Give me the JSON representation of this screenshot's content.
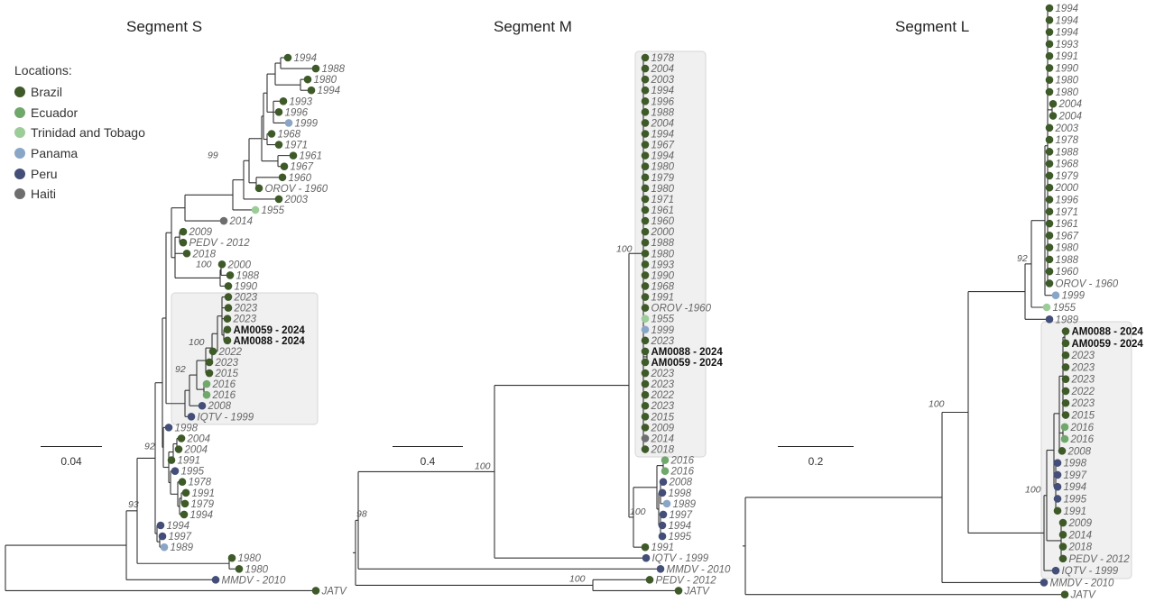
{
  "titles": {
    "s": "Segment S",
    "m": "Segment M",
    "l": "Segment L"
  },
  "legend": {
    "title": "Locations:",
    "items": [
      {
        "key": "B",
        "label": "Brazil",
        "color": "#3f5a29"
      },
      {
        "key": "E",
        "label": "Ecuador",
        "color": "#6fa86a"
      },
      {
        "key": "T",
        "label": "Trinidad and Tobago",
        "color": "#9ccc97"
      },
      {
        "key": "P",
        "label": "Panama",
        "color": "#8aa6c7"
      },
      {
        "key": "U",
        "label": "Peru",
        "color": "#434f78"
      },
      {
        "key": "H",
        "label": "Haiti",
        "color": "#6e6e6e"
      }
    ]
  },
  "scales": {
    "s": "0.04",
    "m": "0.4",
    "l": "0.2"
  },
  "trees": {
    "s": {
      "leaves": [
        [
          "1994",
          "B"
        ],
        [
          "1988",
          "B"
        ],
        [
          "1980",
          "B"
        ],
        [
          "1994",
          "B"
        ],
        [
          "1993",
          "B"
        ],
        [
          "1996",
          "B"
        ],
        [
          "1999",
          "P"
        ],
        [
          "1968",
          "B"
        ],
        [
          "1971",
          "B"
        ],
        [
          "1961",
          "B"
        ],
        [
          "1967",
          "B"
        ],
        [
          "1960",
          "B"
        ],
        [
          "OROV - 1960",
          "B"
        ],
        [
          "2003",
          "B"
        ],
        [
          "1955",
          "T"
        ],
        [
          "2014",
          "H"
        ],
        [
          "2009",
          "B"
        ],
        [
          "PEDV - 2012",
          "B"
        ],
        [
          "2018",
          "B"
        ],
        [
          "2000",
          "B"
        ],
        [
          "1988",
          "B"
        ],
        [
          "1990",
          "B"
        ],
        [
          "2023",
          "B"
        ],
        [
          "2023",
          "B"
        ],
        [
          "2023",
          "B"
        ],
        [
          "AM0059 - 2024",
          "B",
          1
        ],
        [
          "AM0088 - 2024",
          "B",
          1
        ],
        [
          "2022",
          "B"
        ],
        [
          "2023",
          "B"
        ],
        [
          "2015",
          "B"
        ],
        [
          "2016",
          "E"
        ],
        [
          "2016",
          "E"
        ],
        [
          "2008",
          "U"
        ],
        [
          "IQTV - 1999",
          "U"
        ],
        [
          "1998",
          "U"
        ],
        [
          "2004",
          "B"
        ],
        [
          "2004",
          "B"
        ],
        [
          "1991",
          "B"
        ],
        [
          "1995",
          "U"
        ],
        [
          "1978",
          "B"
        ],
        [
          "1991",
          "B"
        ],
        [
          "1979",
          "B"
        ],
        [
          "1994",
          "B"
        ],
        [
          "1994",
          "U"
        ],
        [
          "1997",
          "U"
        ],
        [
          "1989",
          "P"
        ],
        [
          "1980",
          "B"
        ],
        [
          "1980",
          "B"
        ],
        [
          "MMDV - 2010",
          "U"
        ],
        [
          "JATV",
          "B"
        ]
      ],
      "supports": [
        "99",
        "100",
        "100",
        "92",
        "92",
        "93"
      ]
    },
    "m": {
      "leaves": [
        [
          "1978",
          "B"
        ],
        [
          "2004",
          "B"
        ],
        [
          "2003",
          "B"
        ],
        [
          "1994",
          "B"
        ],
        [
          "1996",
          "B"
        ],
        [
          "1988",
          "B"
        ],
        [
          "2004",
          "B"
        ],
        [
          "1994",
          "B"
        ],
        [
          "1967",
          "B"
        ],
        [
          "1994",
          "B"
        ],
        [
          "1980",
          "B"
        ],
        [
          "1979",
          "B"
        ],
        [
          "1980",
          "B"
        ],
        [
          "1971",
          "B"
        ],
        [
          "1961",
          "B"
        ],
        [
          "1960",
          "B"
        ],
        [
          "2000",
          "B"
        ],
        [
          "1988",
          "B"
        ],
        [
          "1980",
          "B"
        ],
        [
          "1993",
          "B"
        ],
        [
          "1990",
          "B"
        ],
        [
          "1968",
          "B"
        ],
        [
          "1991",
          "B"
        ],
        [
          "OROV -1960",
          "B"
        ],
        [
          "1955",
          "T"
        ],
        [
          "1999",
          "P"
        ],
        [
          "2023",
          "B"
        ],
        [
          "AM0088 - 2024",
          "B",
          1
        ],
        [
          "AM0059 - 2024",
          "B",
          1
        ],
        [
          "2023",
          "B"
        ],
        [
          "2023",
          "B"
        ],
        [
          "2022",
          "B"
        ],
        [
          "2023",
          "B"
        ],
        [
          "2015",
          "B"
        ],
        [
          "2009",
          "B"
        ],
        [
          "2014",
          "H"
        ],
        [
          "2018",
          "B"
        ],
        [
          "2016",
          "E"
        ],
        [
          "2016",
          "E"
        ],
        [
          "2008",
          "U"
        ],
        [
          "1998",
          "U"
        ],
        [
          "1989",
          "P"
        ],
        [
          "1997",
          "U"
        ],
        [
          "1994",
          "U"
        ],
        [
          "1995",
          "U"
        ],
        [
          "1991",
          "B"
        ],
        [
          "IQTV - 1999",
          "U"
        ],
        [
          "MMDV - 2010",
          "U"
        ],
        [
          "PEDV - 2012",
          "B"
        ],
        [
          "JATV",
          "B"
        ]
      ],
      "supports": [
        "100",
        "100",
        "98",
        "100",
        "100"
      ]
    },
    "l": {
      "leaves": [
        [
          "1994",
          "B"
        ],
        [
          "1994",
          "B"
        ],
        [
          "1994",
          "B"
        ],
        [
          "1993",
          "B"
        ],
        [
          "1991",
          "B"
        ],
        [
          "1990",
          "B"
        ],
        [
          "1980",
          "B"
        ],
        [
          "1980",
          "B"
        ],
        [
          "2004",
          "B"
        ],
        [
          "2004",
          "B"
        ],
        [
          "2003",
          "B"
        ],
        [
          "1978",
          "B"
        ],
        [
          "1988",
          "B"
        ],
        [
          "1968",
          "B"
        ],
        [
          "1979",
          "B"
        ],
        [
          "2000",
          "B"
        ],
        [
          "1996",
          "B"
        ],
        [
          "1971",
          "B"
        ],
        [
          "1961",
          "B"
        ],
        [
          "1967",
          "B"
        ],
        [
          "1980",
          "B"
        ],
        [
          "1988",
          "B"
        ],
        [
          "1960",
          "B"
        ],
        [
          "OROV - 1960",
          "B"
        ],
        [
          "1999",
          "P"
        ],
        [
          "1955",
          "T"
        ],
        [
          "1989",
          "U"
        ],
        [
          "AM0088 - 2024",
          "B",
          1
        ],
        [
          "AM0059 - 2024",
          "B",
          1
        ],
        [
          "2023",
          "B"
        ],
        [
          "2023",
          "B"
        ],
        [
          "2023",
          "B"
        ],
        [
          "2022",
          "B"
        ],
        [
          "2023",
          "B"
        ],
        [
          "2015",
          "B"
        ],
        [
          "2016",
          "E"
        ],
        [
          "2016",
          "E"
        ],
        [
          "2008",
          "B"
        ],
        [
          "1998",
          "U"
        ],
        [
          "1997",
          "U"
        ],
        [
          "1994",
          "U"
        ],
        [
          "1995",
          "U"
        ],
        [
          "1991",
          "B"
        ],
        [
          "2009",
          "B"
        ],
        [
          "2014",
          "B"
        ],
        [
          "2018",
          "B"
        ],
        [
          "PEDV - 2012",
          "B"
        ],
        [
          "IQTV - 1999",
          "U"
        ],
        [
          "MMDV - 2010",
          "U"
        ],
        [
          "JATV",
          "B"
        ]
      ],
      "supports": [
        "92",
        "100",
        "100"
      ]
    }
  }
}
